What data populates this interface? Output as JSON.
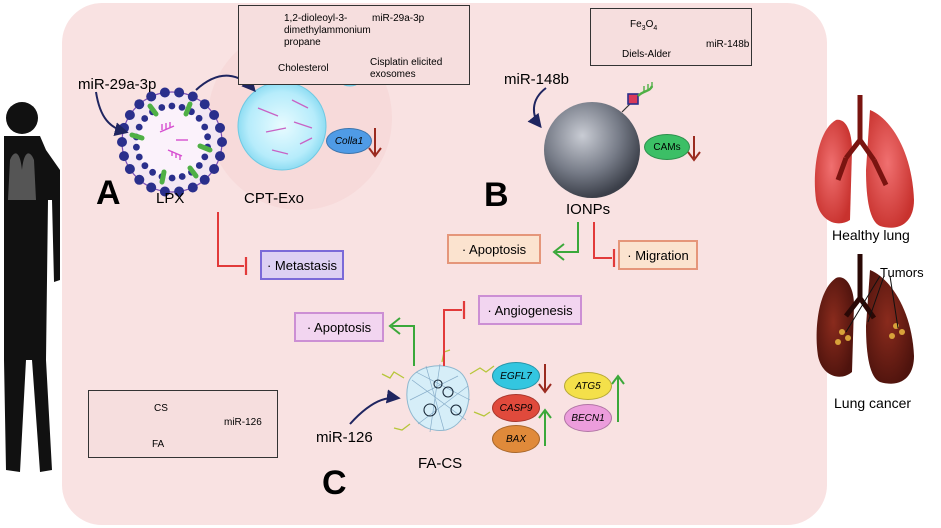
{
  "labels": {
    "a": "A",
    "b": "B",
    "c": "C",
    "lpx": "LPX",
    "cpt_exo": "CPT-Exo",
    "ionps": "IONPs",
    "fa_cs": "FA-CS",
    "healthy_lung": "Healthy lung",
    "lung_cancer": "Lung cancer",
    "tumors": "Tumors",
    "mir29": "miR-29a-3p",
    "mir148": "miR-148b",
    "mir126": "miR-126"
  },
  "boxes": {
    "metastasis": "· Metastasis",
    "apoptosis_b": "· Apoptosis",
    "migration": "· Migration",
    "apoptosis_c": "· Apoptosis",
    "angiogenesis": "· Angiogenesis"
  },
  "markers": {
    "colla1": "Colla1",
    "cams": "CAMs",
    "egfl7": "EGFL7",
    "casp9": "CASP9",
    "bax": "BAX",
    "atg5": "ATG5",
    "becn1": "BECN1"
  },
  "legend_a": {
    "lipid_line1": "1,2-dioleoyl-3-",
    "lipid_line2": "dimethylammonium",
    "lipid_line3": "propane",
    "mirna": "miR-29a-3p",
    "cholesterol": "Cholesterol",
    "exo_line1": "Cisplatin elicited",
    "exo_line2": "exosomes"
  },
  "legend_b": {
    "fe_main": "Fe",
    "fe_sub1": "3",
    "fe_o": "O",
    "fe_sub2": "4",
    "mirna": "miR-148b",
    "diels": "Diels-Alder"
  },
  "legend_c": {
    "cs": "CS",
    "fa": "FA",
    "mirna": "miR-126"
  },
  "colors": {
    "panel_bg": "#f9e2e2",
    "metastasis_box": "#ddd0f3",
    "metastasis_border": "#7b6ad8",
    "orange_box": "#fbe3cf",
    "orange_border": "#e5967a",
    "pink_box": "#f2d5f0",
    "pink_border": "#cc8fd4",
    "inhibit_red": "#e23a3a",
    "activate_green": "#3ba83a",
    "down_arrow": "#9a2a1f",
    "navy_arrow": "#1f2560",
    "colla1": "#4f9be6",
    "cams": "#3cbf66",
    "egfl7": "#33c6e0",
    "casp9": "#e04a3c",
    "bax": "#e08a3a",
    "atg5": "#f4e04a",
    "becn1": "#ec9ddc"
  }
}
